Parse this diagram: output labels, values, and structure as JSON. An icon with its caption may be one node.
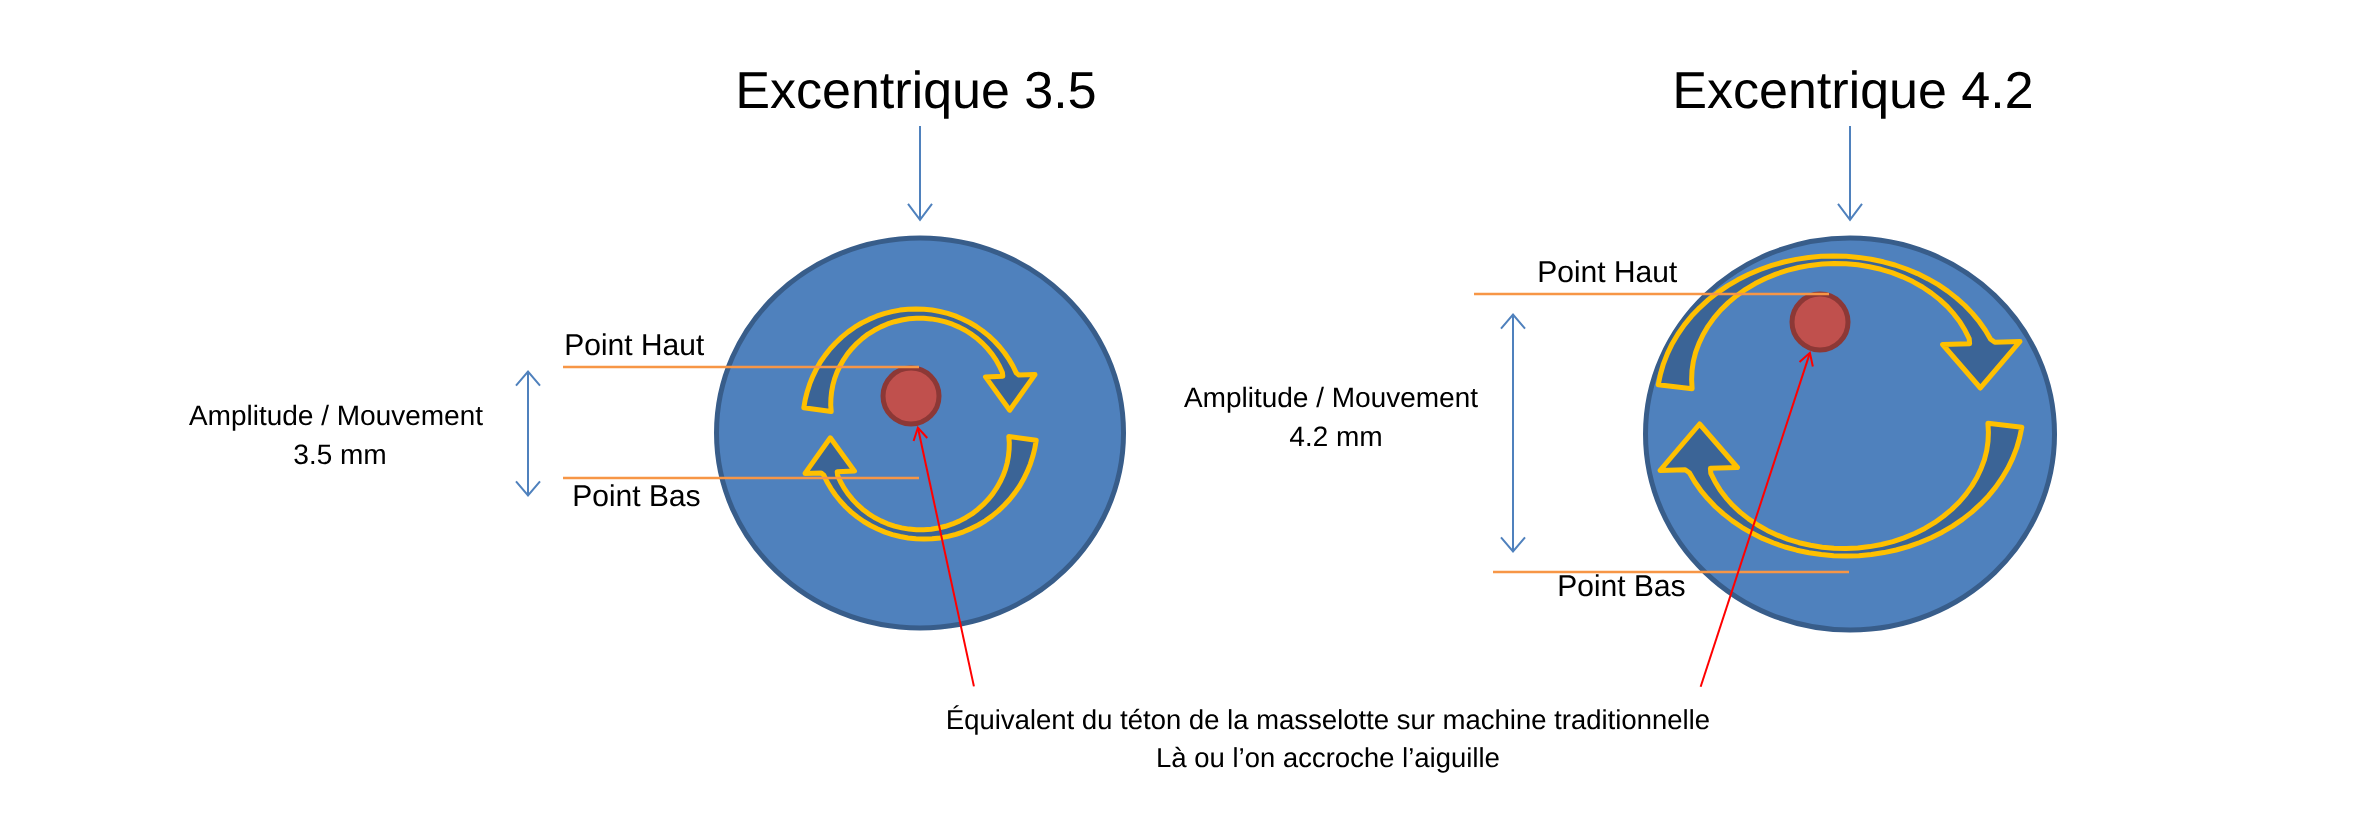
{
  "diagram": {
    "nodes": [
      {
        "text": [
          "Excentrique 3.5"
        ]
      },
      {
        "text": [],
        "shape": "circle"
      },
      {
        "text": [],
        "shape": "circle",
        "in": 1
      },
      {
        "text": [
          "Excentrique 4.2"
        ]
      },
      {
        "text": [],
        "shape": "circle"
      },
      {
        "text": [],
        "shape": "circle",
        "in": 4
      },
      {
        "text": [
          "Équivalent du téton de la masselotte sur machine traditionnelle",
          "Là ou l’on accroche l’aiguille"
        ]
      }
    ],
    "edges": [
      {
        "from": 0,
        "to": 1,
        "arrow": "to"
      },
      {
        "from": 3,
        "to": 4,
        "arrow": "to"
      },
      {
        "from": 6,
        "to": 2,
        "arrow": "to",
        "color": "#ff0000"
      },
      {
        "from": 6,
        "to": 5,
        "arrow": "to",
        "color": "#ff0000"
      }
    ],
    "labels": [
      "Point Haut",
      "Amplitude / Mouvement",
      "3.5 mm",
      "Point Bas",
      "Point Haut",
      "Amplitude / Mouvement",
      "4.2 mm",
      "Point Bas"
    ]
  }
}
